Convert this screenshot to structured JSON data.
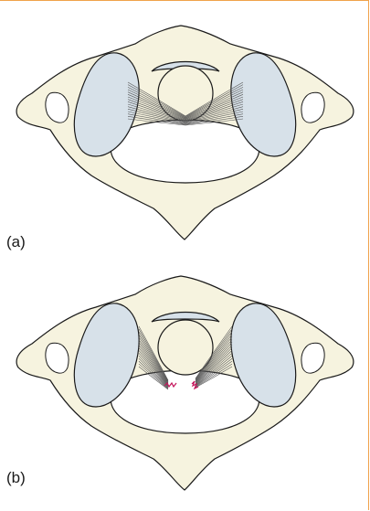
{
  "figure": {
    "panels": [
      {
        "label": "(a)",
        "ligament_state": "intact"
      },
      {
        "label": "(b)",
        "ligament_state": "torn"
      }
    ],
    "colors": {
      "bone": "#f6f3df",
      "cartilage": "#d7e1e9",
      "outline": "#1a1a1a",
      "tear": "#c4145a",
      "frame": "#f0a24a"
    }
  }
}
